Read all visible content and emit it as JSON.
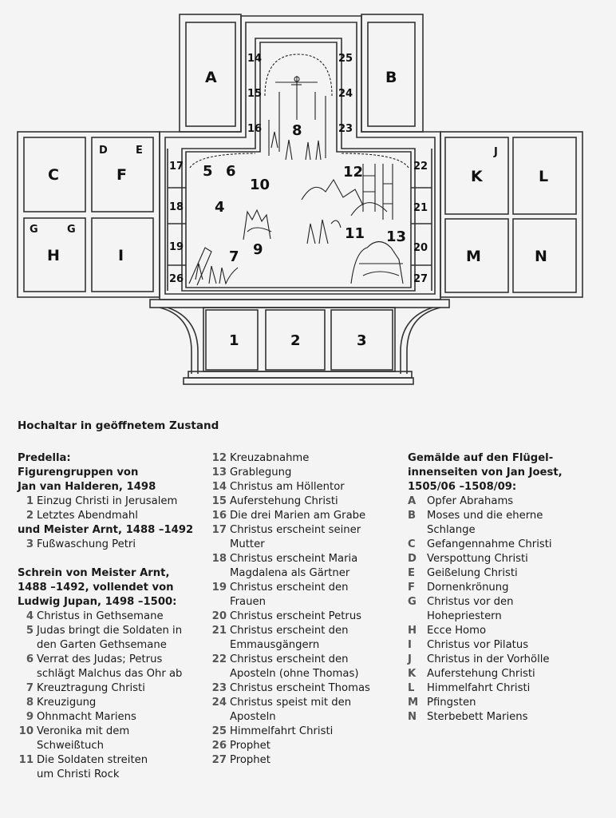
{
  "diagram": {
    "wing_labels": {
      "A": "A",
      "B": "B",
      "C": "C",
      "D": "D",
      "E": "E",
      "F": "F",
      "G1": "G",
      "G2": "G",
      "H": "H",
      "I": "I",
      "J": "J",
      "K": "K",
      "L": "L",
      "M": "M",
      "N": "N"
    },
    "scene_labels": [
      "1",
      "2",
      "3",
      "4",
      "5",
      "6",
      "7",
      "8",
      "9",
      "10",
      "11",
      "12",
      "13",
      "14",
      "15",
      "16",
      "17",
      "18",
      "19",
      "20",
      "21",
      "22",
      "23",
      "24",
      "25",
      "26",
      "27"
    ]
  },
  "title": "Hochaltar in geöffnetem Zustand",
  "predella": {
    "heading1": "Predella:",
    "heading2": "Figurengruppen von",
    "heading3": "Jan van Halderen, 1498",
    "items_a": [
      {
        "n": "1",
        "t": "Einzug Christi in Jerusalem"
      },
      {
        "n": "2",
        "t": "Letztes Abendmahl"
      }
    ],
    "heading4": "und Meister Arnt, 1488 –1492",
    "items_b": [
      {
        "n": "3",
        "t": "Fußwaschung Petri"
      }
    ]
  },
  "schrein": {
    "heading1": "Schrein von Meister Arnt,",
    "heading2": "1488 –1492, vollendet von",
    "heading3": "Ludwig Jupan, 1498 –1500:",
    "items": [
      {
        "n": "4",
        "t": "Christus in Gethsemane"
      },
      {
        "n": "5",
        "t": "Judas bringt die Soldaten in",
        "t2": "den Garten Gethsemane"
      },
      {
        "n": "6",
        "t": "Verrat des Judas; Petrus",
        "t2": "schlägt Malchus das Ohr ab"
      },
      {
        "n": "7",
        "t": "Kreuztragung Christi"
      },
      {
        "n": "8",
        "t": "Kreuzigung"
      },
      {
        "n": "9",
        "t": "Ohnmacht Mariens"
      },
      {
        "n": "10",
        "t": "Veronika mit dem",
        "t2": "Schweißtuch"
      },
      {
        "n": "11",
        "t": "Die Soldaten streiten",
        "t2": "um Christi Rock"
      },
      {
        "n": "12",
        "t": "Kreuzabnahme"
      },
      {
        "n": "13",
        "t": "Grablegung"
      },
      {
        "n": "14",
        "t": "Christus am Höllentor"
      },
      {
        "n": "15",
        "t": "Auferstehung Christi"
      },
      {
        "n": "16",
        "t": "Die drei Marien am Grabe"
      },
      {
        "n": "17",
        "t": "Christus erscheint seiner",
        "t2": "Mutter"
      },
      {
        "n": "18",
        "t": "Christus erscheint Maria",
        "t2": "Magdalena als Gärtner"
      },
      {
        "n": "19",
        "t": "Christus erscheint den",
        "t2": "Frauen"
      },
      {
        "n": "20",
        "t": "Christus erscheint Petrus"
      },
      {
        "n": "21",
        "t": "Christus erscheint den",
        "t2": "Emmausgängern"
      },
      {
        "n": "22",
        "t": "Christus erscheint den",
        "t2": "Aposteln (ohne Thomas)"
      },
      {
        "n": "23",
        "t": "Christus erscheint Thomas"
      },
      {
        "n": "24",
        "t": "Christus speist mit den",
        "t2": "Aposteln"
      },
      {
        "n": "25",
        "t": "Himmelfahrt Christi"
      },
      {
        "n": "26",
        "t": "Prophet"
      },
      {
        "n": "27",
        "t": "Prophet"
      }
    ]
  },
  "gemaelde": {
    "heading1": "Gemälde auf den Flügel-",
    "heading2": "innenseiten von Jan Joest,",
    "heading3": "1505/06 –1508/09:",
    "items": [
      {
        "n": "A",
        "t": "Opfer Abrahams"
      },
      {
        "n": "B",
        "t": "Moses und die eherne",
        "t2": "Schlange"
      },
      {
        "n": "C",
        "t": "Gefangennahme Christi"
      },
      {
        "n": "D",
        "t": "Verspottung Christi"
      },
      {
        "n": "E",
        "t": "Geißelung Christi"
      },
      {
        "n": "F",
        "t": "Dornenkrönung"
      },
      {
        "n": "G",
        "t": "Christus vor den",
        "t2": "Hohepriestern"
      },
      {
        "n": "H",
        "t": "Ecce Homo"
      },
      {
        "n": "I",
        "t": "Christus vor Pilatus"
      },
      {
        "n": "J",
        "t": "Christus in der Vorhölle"
      },
      {
        "n": "K",
        "t": "Auferstehung Christi"
      },
      {
        "n": "L",
        "t": "Himmelfahrt Christi"
      },
      {
        "n": "M",
        "t": "Pfingsten"
      },
      {
        "n": "N",
        "t": "Sterbebett Mariens"
      }
    ]
  }
}
